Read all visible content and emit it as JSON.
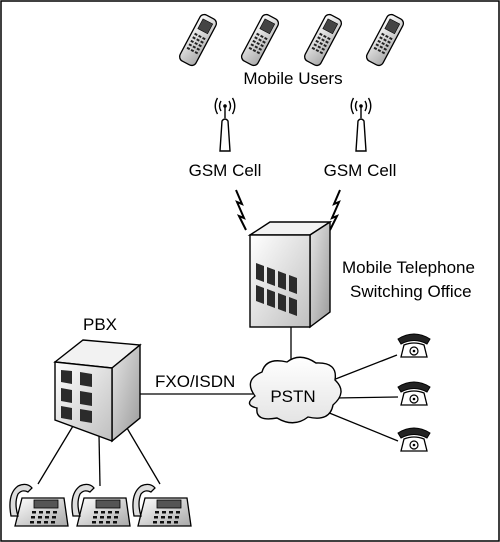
{
  "labels": {
    "mobile_users": "Mobile Users",
    "gsm_cell_left": "GSM Cell",
    "gsm_cell_right": "GSM Cell",
    "mtso_line1": "Mobile Telephone",
    "mtso_line2": "Switching Office",
    "pbx": "PBX",
    "link_label": "FXO/ISDN",
    "pstn": "PSTN"
  },
  "icons": {
    "mobile_phone": "mobile-phone-icon",
    "cell_tower": "cell-tower-icon",
    "building": "building-icon",
    "cloud": "cloud-icon",
    "desk_phone": "desk-phone-icon",
    "ip_phone": "ip-phone-icon",
    "lightning": "lightning-icon"
  },
  "colors": {
    "line": "#000000",
    "fill_light": "#ffffff",
    "fill_shade": "#cfcfcf",
    "fill_dark": "#333333"
  }
}
